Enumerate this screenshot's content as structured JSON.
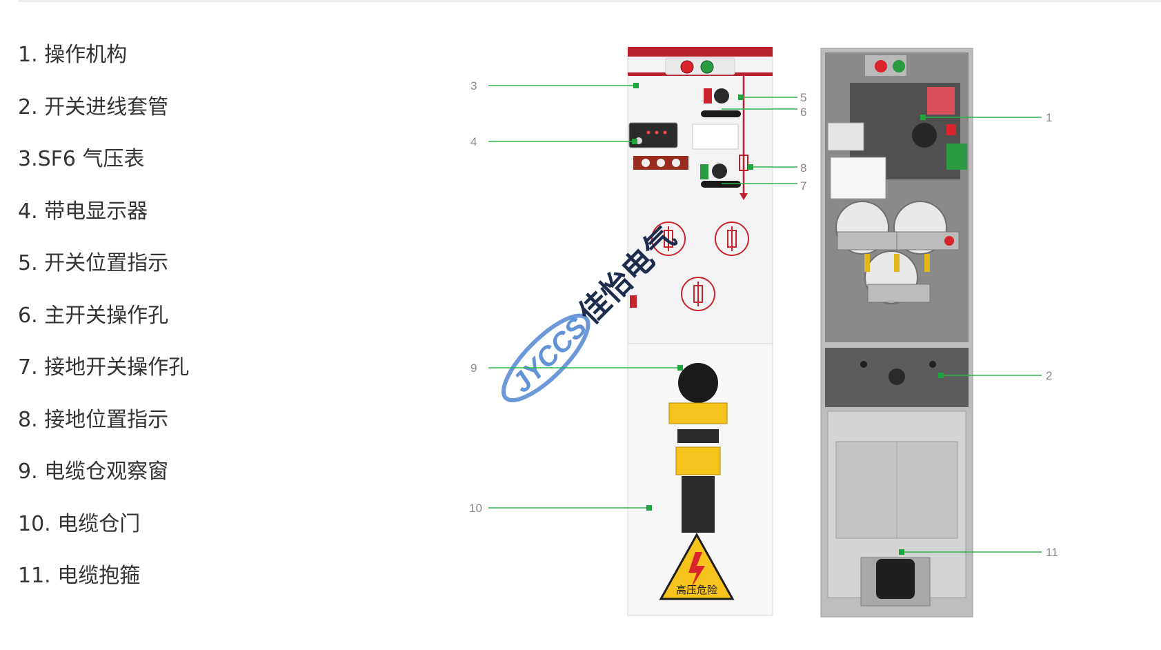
{
  "legend": [
    "1. 操作机构",
    "2. 开关进线套管",
    "3.SF6 气压表",
    "4. 带电显示器",
    "5. 开关位置指示",
    "6. 主开关操作孔",
    "7. 接地开关操作孔",
    "8. 接地位置指示",
    "9. 电缆仓观察窗",
    "10. 电缆仓门",
    "11. 电缆抱箍"
  ],
  "callouts": [
    "1",
    "2",
    "3",
    "4",
    "5",
    "6",
    "7",
    "8",
    "9",
    "10",
    "11"
  ],
  "front_panel": {
    "warning_triangle": "高压危险"
  },
  "watermark": {
    "logo_text": "JYCCS",
    "company": "佳怡电气"
  },
  "colors": {
    "leader_green": "#2db34a",
    "panel_red": "#b8202b",
    "panel_body": "#f2f2f2",
    "warning_yellow": "#f6c21c"
  }
}
